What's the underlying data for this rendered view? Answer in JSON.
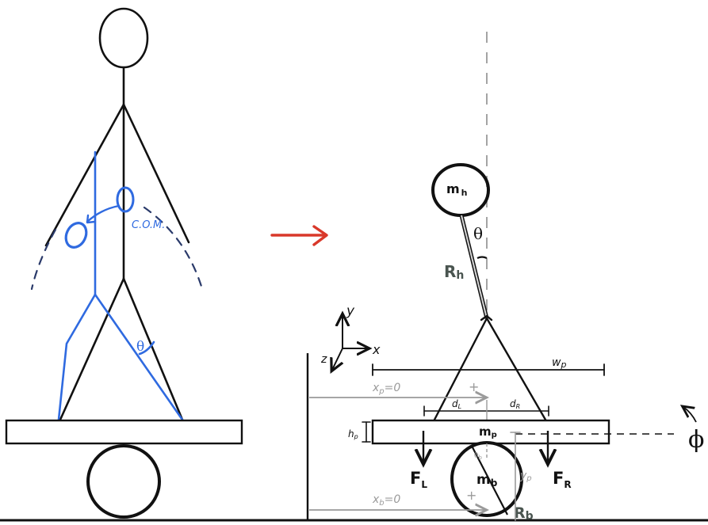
{
  "colors": {
    "ink": "#111111",
    "blue": "#2f6ae0",
    "red": "#d9382a",
    "gray": "#9a9a9a",
    "dark_gray": "#4a5550",
    "light_gray": "#c7c7c7"
  },
  "left_figure": {
    "com_label": "C.O.M.",
    "theta_label": "θ"
  },
  "right_model": {
    "head_mass": "m",
    "head_mass_sub": "h",
    "rod_length": "R",
    "rod_length_sub": "h",
    "theta": "θ",
    "axes": {
      "x": "x",
      "y": "y",
      "z": "z"
    },
    "plank_width": "w",
    "plank_width_sub": "p",
    "plank_height": "h",
    "plank_height_sub": "p",
    "plank_mass": "m",
    "plank_mass_sub": "p",
    "xp_eq": "x",
    "xp_eq_sub": "p",
    "xp_eq_rhs": "=0",
    "xb_eq": "x",
    "xb_eq_sub": "b",
    "xb_eq_rhs": "=0",
    "plus_top": "+",
    "plus_bottom": "+",
    "d_left": "d",
    "d_left_sub": "L",
    "d_right": "d",
    "d_right_sub": "R",
    "ball_mass": "m",
    "ball_mass_sub": "b",
    "ball_radius": "R",
    "ball_radius_sub": "b",
    "yp": "y",
    "yp_sub": "p",
    "theta_b": "θ",
    "theta_b_sub": "b",
    "force_left": "F",
    "force_left_sub": "L",
    "force_right": "F",
    "force_right_sub": "R",
    "phi": "ϕ"
  }
}
